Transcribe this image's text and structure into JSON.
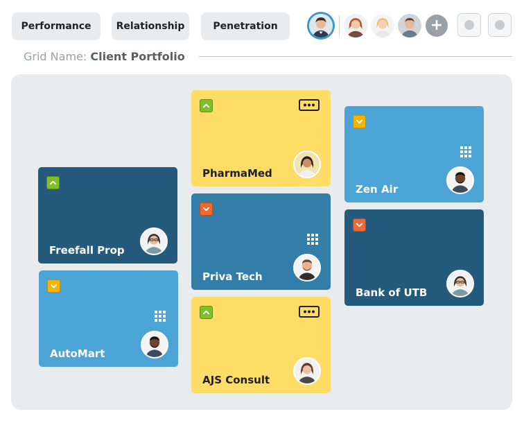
{
  "tabs": [
    {
      "id": "performance",
      "label": "Performance"
    },
    {
      "id": "relationship",
      "label": "Relationship"
    },
    {
      "id": "penetration",
      "label": "Penetration"
    }
  ],
  "toolbar": {
    "avatars": [
      {
        "id": "user-1",
        "icon": "avatar-man-suit",
        "active": true
      },
      {
        "id": "user-2",
        "icon": "avatar-woman-redhair",
        "active": false
      },
      {
        "id": "user-3",
        "icon": "avatar-woman-blonde",
        "active": false
      },
      {
        "id": "user-4",
        "icon": "avatar-man-grey",
        "active": false
      }
    ],
    "add_icon": "plus-icon",
    "extra_buttons": [
      {
        "id": "option-1",
        "icon": "circle-icon"
      },
      {
        "id": "option-2",
        "icon": "circle-icon"
      }
    ]
  },
  "grid": {
    "label": "Grid Name:",
    "value": "Client Portfolio"
  },
  "colors": {
    "dark_blue": "#245a7c",
    "mid_blue": "#317fa8",
    "light_blue": "#4ba3d6",
    "yellow": "#ffdc66",
    "green": "#7fbf2a",
    "orange": "#ef6a32",
    "gold": "#f4b400"
  },
  "cards": {
    "pharmamed": {
      "name": "PharmaMed",
      "trend": "up",
      "menu_icon": "ellipsis-icon"
    },
    "zenair": {
      "name": "Zen Air",
      "trend": "down",
      "menu_icon": "grid-icon"
    },
    "freefall": {
      "name": "Freefall Prop",
      "trend": "up"
    },
    "privatech": {
      "name": "Priva Tech",
      "trend": "down",
      "menu_icon": "grid-icon"
    },
    "bankofutb": {
      "name": "Bank of UTB",
      "trend": "down"
    },
    "automart": {
      "name": "AutoMart",
      "trend": "down",
      "menu_icon": "grid-icon"
    },
    "ajsconsult": {
      "name": "AJS Consult",
      "trend": "up",
      "menu_icon": "ellipsis-icon"
    }
  }
}
